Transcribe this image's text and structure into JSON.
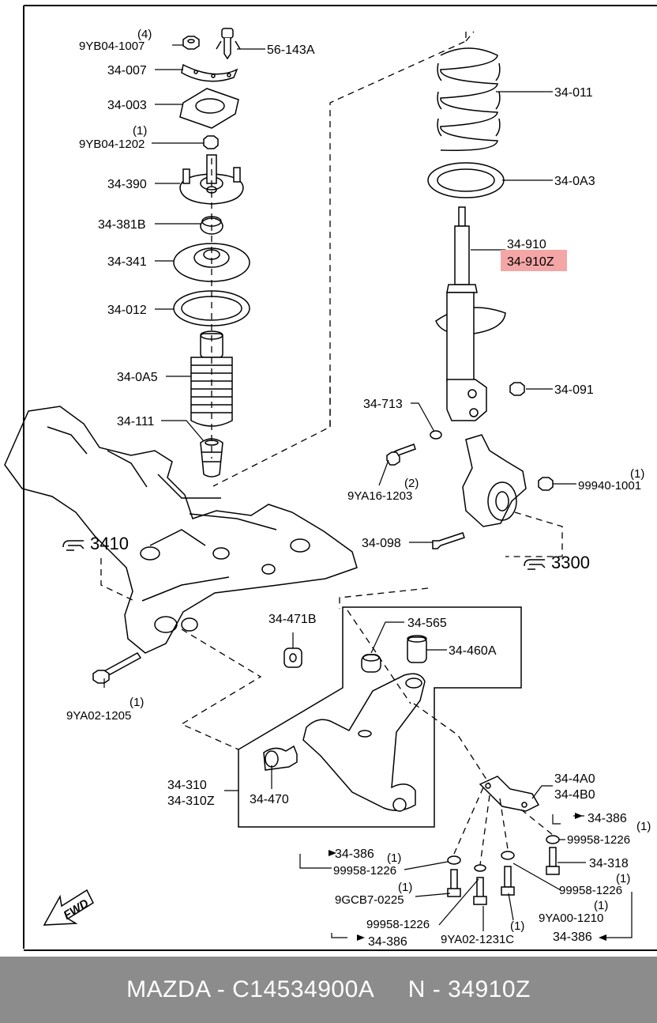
{
  "labels": {
    "p9yb04_1007_qty": "(4)",
    "p9yb04_1007": "9YB04-1007",
    "p56_143a": "56-143A",
    "p34_007": "34-007",
    "p34_003": "34-003",
    "p9yb04_1202_qty": "(1)",
    "p9yb04_1202": "9YB04-1202",
    "p34_390": "34-390",
    "p34_381b": "34-381B",
    "p34_341": "34-341",
    "p34_012": "34-012",
    "p34_0a5": "34-0A5",
    "p34_111": "34-111",
    "p34_011": "34-011",
    "p34_0a3": "34-0A3",
    "p34_910": "34-910",
    "p34_910z": "34-910Z",
    "p34_713": "34-713",
    "p34_091": "34-091",
    "p9ya16_1203_qty": "(2)",
    "p9ya16_1203": "9YA16-1203",
    "p99940_1001_qty": "(1)",
    "p99940_1001": "99940-1001",
    "p34_098": "34-098",
    "ref_3410": "3410",
    "ref_3300": "3300",
    "p34_471b": "34-471B",
    "p34_565": "34-565",
    "p34_460a": "34-460A",
    "p9ya02_1205_qty": "(1)",
    "p9ya02_1205": "9YA02-1205",
    "p34_310": "34-310",
    "p34_310z": "34-310Z",
    "p34_470": "34-470",
    "p34_4a0": "34-4A0",
    "p34_4b0": "34-4B0",
    "p34_386_a": "34-386",
    "p99958_1226_a_qty": "(1)",
    "p99958_1226_a": "99958-1226",
    "p34_318": "34-318",
    "p34_386_b": "34-386",
    "p99958_1226_b_qty": "(1)",
    "p99958_1226_b": "99958-1226",
    "p9gcb7_0225_qty": "(1)",
    "p9gcb7_0225": "9GCB7-0225",
    "p99958_1226_c": "99958-1226",
    "p34_386_c": "34-386",
    "p9ya02_1231c_qty": "(1)",
    "p9ya02_1231c": "9YA02-1231C",
    "p99958_1226_d_qty": "(1)",
    "p99958_1226_d": "99958-1226",
    "p9ya00_1210_qty": "(1)",
    "p9ya00_1210": "9YA00-1210",
    "p34_386_d": "34-386",
    "fwd": "FWD"
  },
  "highlight_color": "#f4a6a6",
  "footer": {
    "text": "MAZDA - C14534900A     N - 34910Z"
  }
}
